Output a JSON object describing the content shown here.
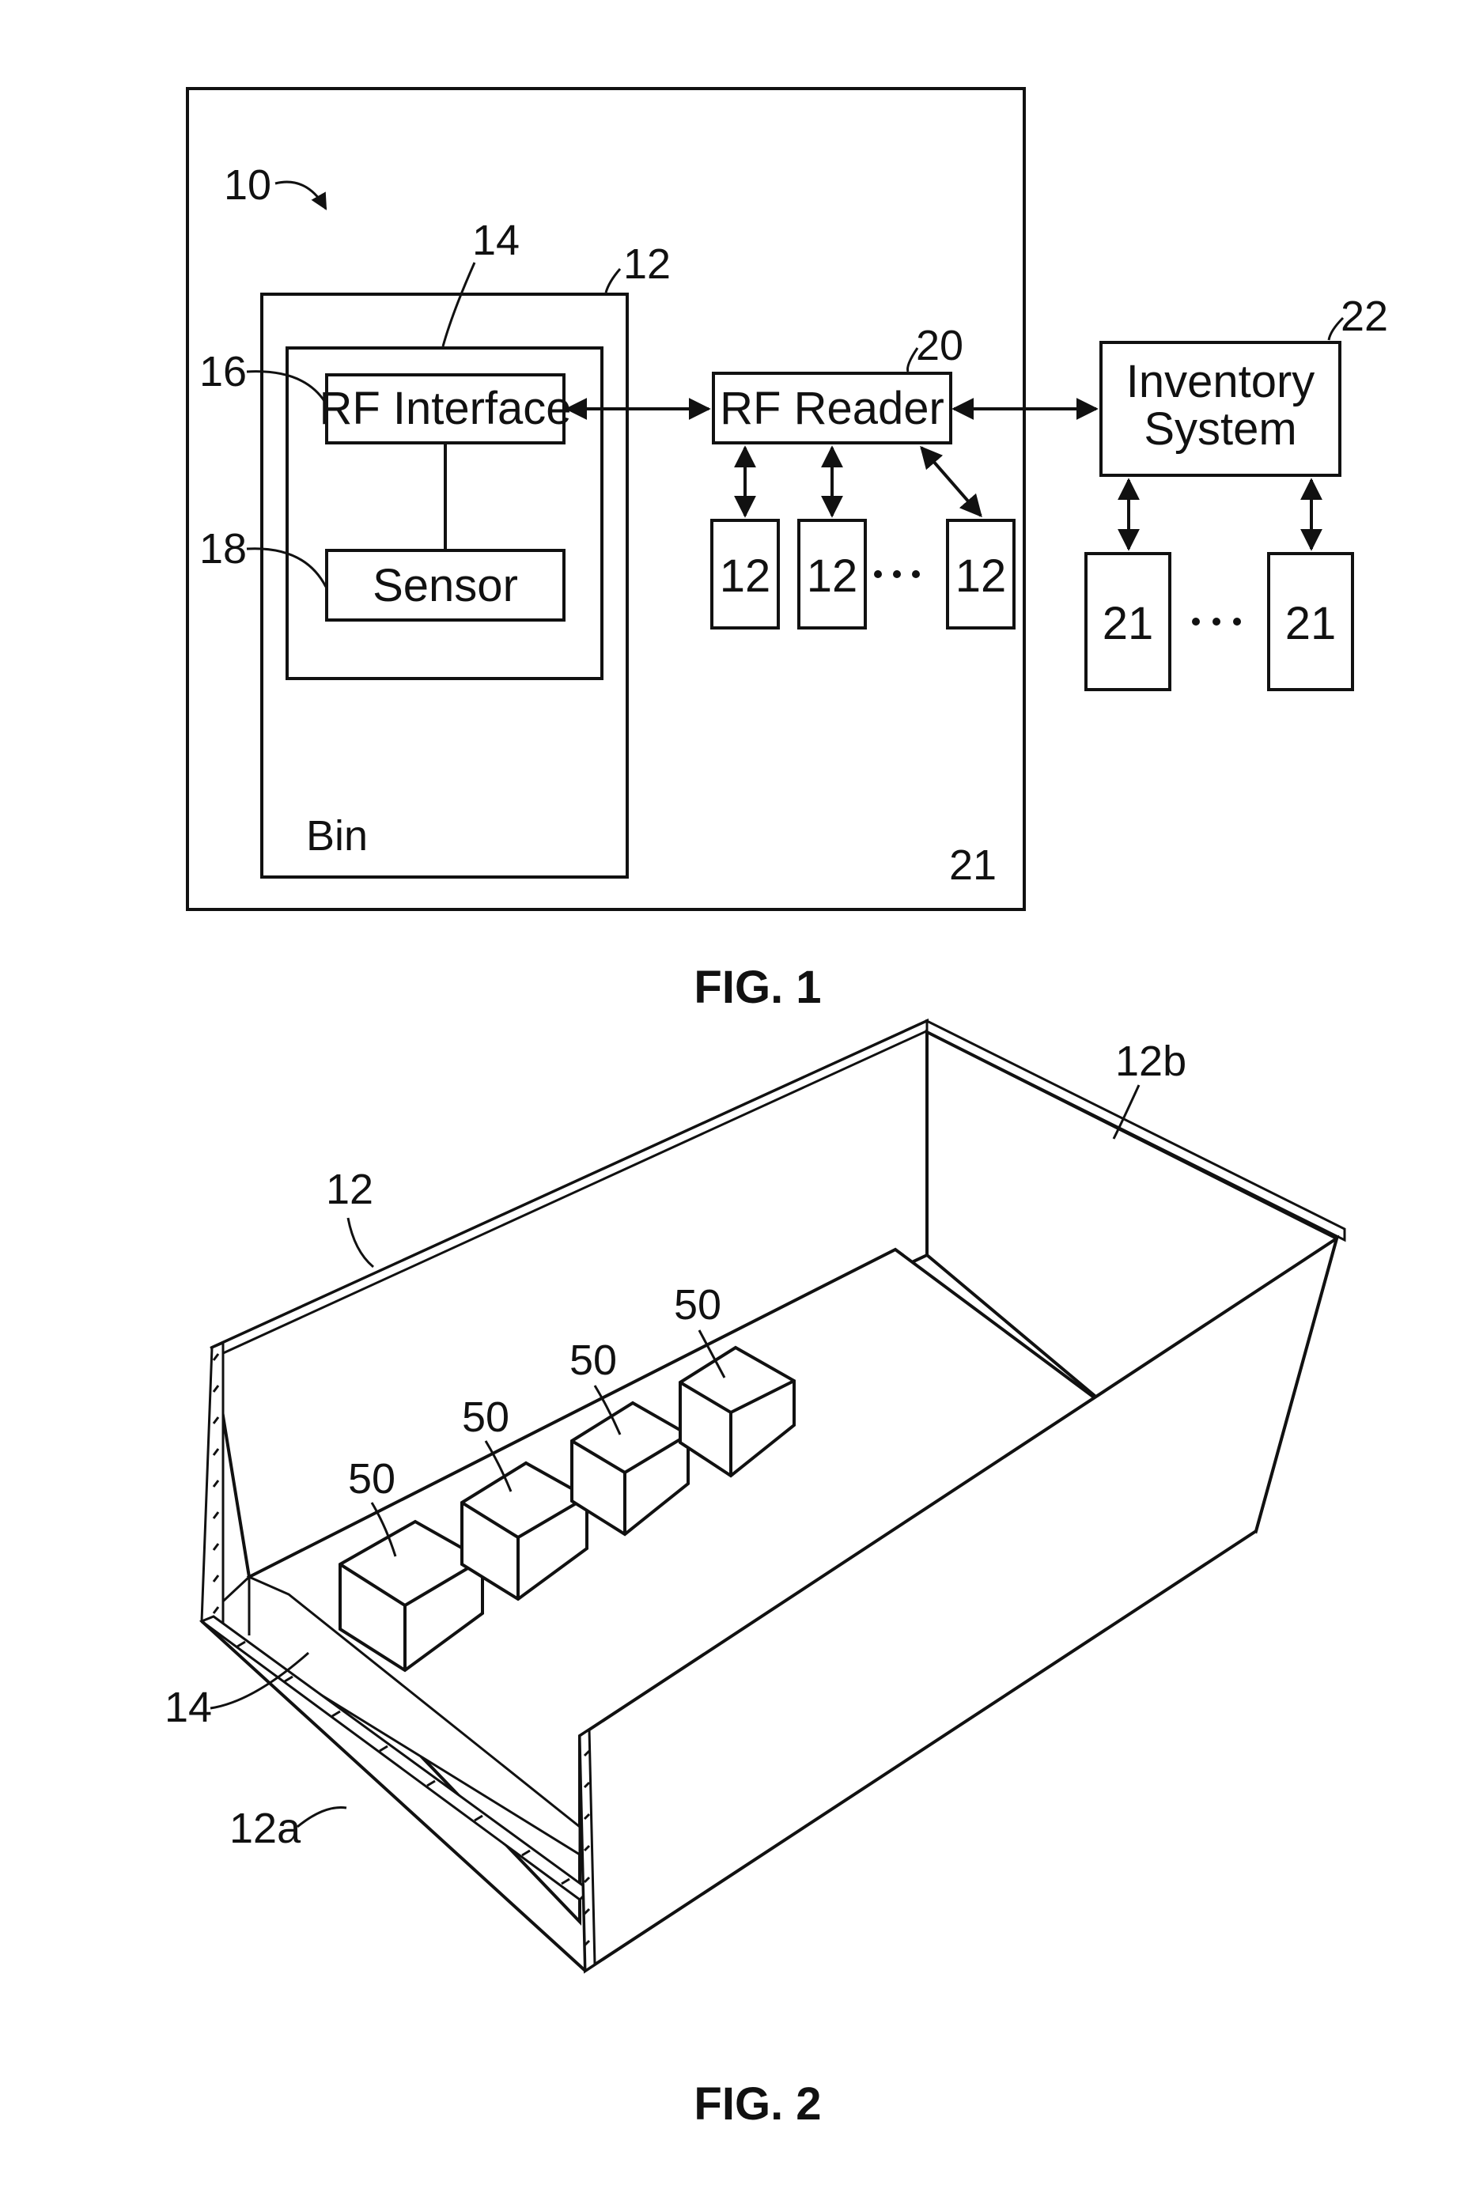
{
  "fig1": {
    "caption": "FIG. 1",
    "ref_system": "10",
    "ref_bin_box": "12",
    "ref_tag": "14",
    "ref_rf_interface": "16",
    "ref_sensor": "18",
    "ref_reader": "20",
    "ref_location": "21",
    "ref_inventory": "22",
    "rf_interface_label": "RF Interface",
    "sensor_label": "Sensor",
    "bin_label": "Bin",
    "rf_reader_label": "RF Reader",
    "inventory_line1": "Inventory",
    "inventory_line2": "System",
    "bins": [
      "12",
      "12",
      "12"
    ],
    "locations": [
      "21",
      "21"
    ]
  },
  "fig2": {
    "caption": "FIG. 2",
    "ref_bin": "12",
    "ref_back_wall": "12b",
    "ref_tag": "14",
    "ref_front_wall": "12a",
    "ref_items": [
      "50",
      "50",
      "50",
      "50"
    ]
  }
}
